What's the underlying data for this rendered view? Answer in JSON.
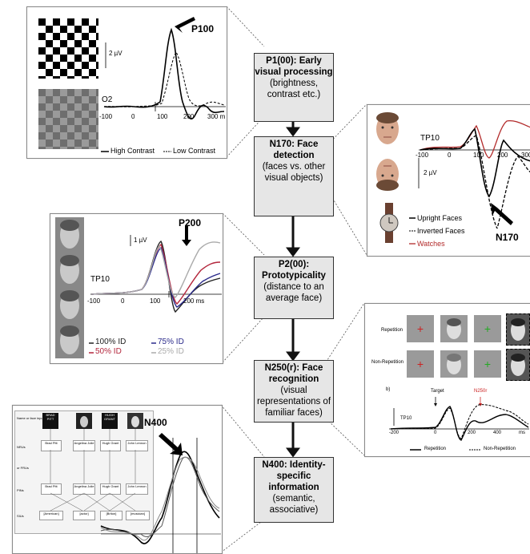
{
  "stages": [
    {
      "title": "P1(00): Early visual processing",
      "detail": "(brightness, contrast etc.)"
    },
    {
      "title": "N170: Face detection",
      "detail": "(faces vs. other visual objects)"
    },
    {
      "title": "P2(00): Prototypicality",
      "detail": "(distance to an average face)"
    },
    {
      "title": "N250(r): Face recognition",
      "detail": "(visual representations of familiar faces)"
    },
    {
      "title": "N400: Identity-specific information",
      "detail": "(semantic, associative)"
    }
  ],
  "p100_panel": {
    "peak_label": "P100",
    "channel": "O2",
    "scale": "2 µV",
    "ticks": [
      "-100",
      "0",
      "100",
      "200",
      "300 m"
    ],
    "legend": [
      "High Contrast",
      "Low Contrast"
    ]
  },
  "n170_panel": {
    "peak_label": "N170",
    "channel": "TP10",
    "scale": "2 µV",
    "ticks": [
      "-100",
      "0",
      "100",
      "200",
      "300"
    ],
    "legend": [
      "Upright Faces",
      "Inverted Faces",
      "Watches"
    ],
    "colors": {
      "watches": "#b22a2a"
    }
  },
  "p200_panel": {
    "peak_label": "P200",
    "channel": "TP10",
    "scale": "1 µV",
    "ticks": [
      "-100",
      "0",
      "100",
      "200 ms"
    ],
    "legend": [
      "100% ID",
      "50% ID",
      "75% ID",
      "25% ID"
    ],
    "colors": {
      "id100": "#222222",
      "id50": "#b3263c",
      "id75": "#2a2a8a",
      "id25": "#aaaaaa"
    }
  },
  "n250_panel": {
    "rows": [
      "Repetition",
      "Non-Repetition"
    ],
    "fig_label": "b)",
    "target": "Target",
    "peak_label": "N250r",
    "channel": "TP10",
    "ticks": [
      "-200",
      "0",
      "200",
      "400",
      "ms"
    ],
    "legend": [
      "Repetition",
      "Non-Repetition"
    ]
  },
  "n400_panel": {
    "peak_label": "N400",
    "row_labels": [
      "Name or face input",
      "NRUs",
      "or FRUs",
      "PINs",
      "SIUs"
    ],
    "names": [
      "BRAD PITT",
      "",
      "HUGH GRANT",
      ""
    ],
    "nru": [
      "Brad Pitt",
      "Angelina Jolie",
      "Hugh Grant",
      "John Lennon"
    ],
    "pin": [
      "Brad Pitt",
      "Angelina Jolie",
      "Hugh Grant",
      "John Lennon"
    ],
    "siu": [
      "[American]",
      "[actor]",
      "[Briton]",
      "[musician]"
    ]
  }
}
